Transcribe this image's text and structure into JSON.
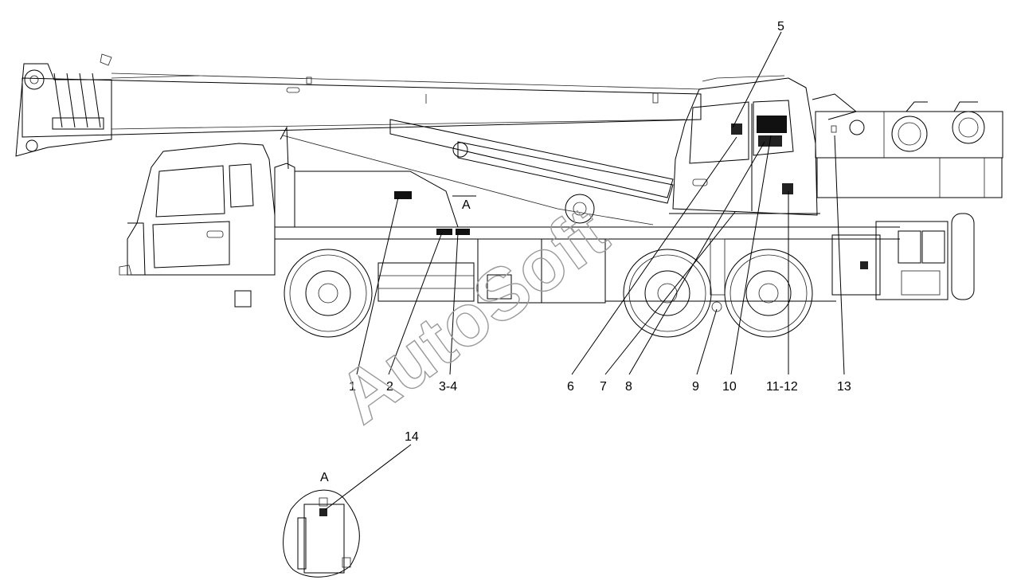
{
  "callouts": [
    "1",
    "2",
    "3-4",
    "5",
    "6",
    "7",
    "8",
    "9",
    "10",
    "11-12",
    "13",
    "14"
  ],
  "view_letter": "A",
  "watermark": "AutoSoft"
}
